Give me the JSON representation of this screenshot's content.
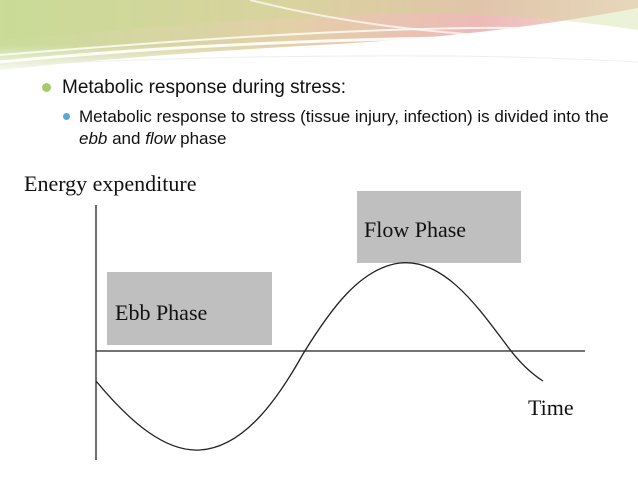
{
  "bullets": {
    "main": "Metabolic response during stress:",
    "sub_before_ebb": "Metabolic response to stress (tissue injury, infection) is divided into the ",
    "sub_ebb": "ebb",
    "sub_and": " and ",
    "sub_flow": "flow",
    "sub_after": " phase"
  },
  "diagram": {
    "y_axis_label": "Energy expenditure",
    "x_axis_label": "Time",
    "ebb_label": "Ebb Phase",
    "flow_label": "Flow Phase"
  },
  "colors": {
    "bullet_main": "#a8c96a",
    "bullet_sub": "#5aa7d6",
    "phase_box": "#bfbfbf"
  }
}
